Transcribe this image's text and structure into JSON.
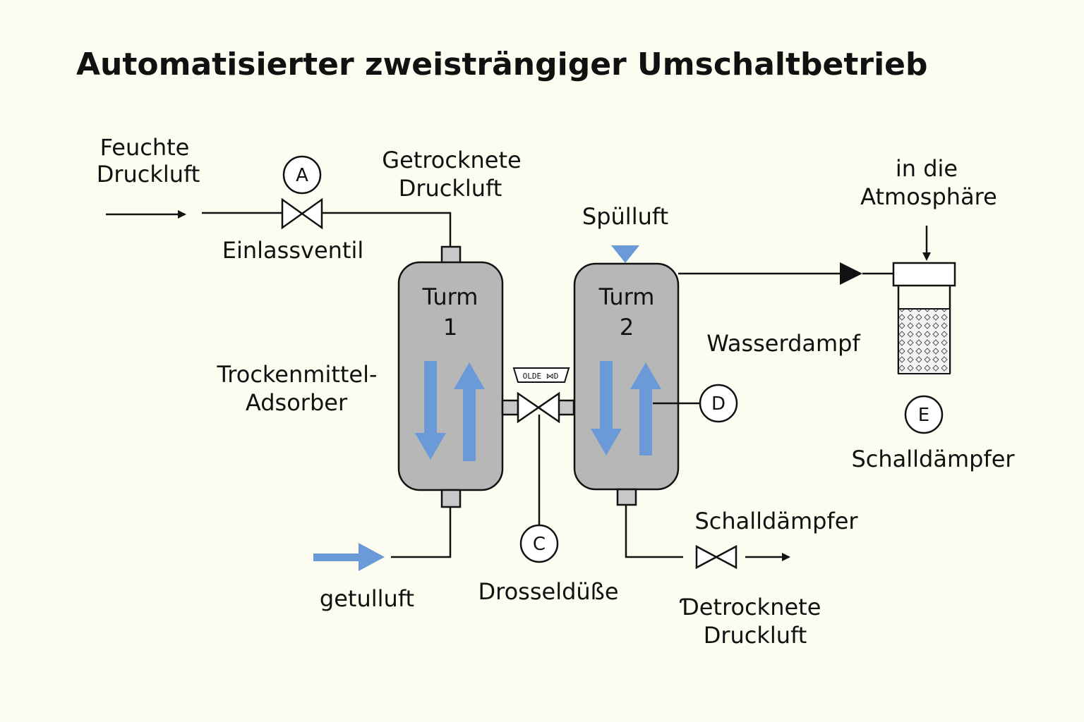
{
  "title": "Automatisierter zweisträngiger Umschaltbetrieb",
  "colors": {
    "background": "#fcfcf0",
    "tower_fill": "#b7b7b7",
    "flow_arrow": "#6a9ad8",
    "line": "#111111"
  },
  "labels": {
    "wet_air_line1": "Feuchte",
    "wet_air_line2": "Druckluft",
    "inlet_valve": "Einlassventil",
    "dried_air_top_line1": "Getrocknete",
    "dried_air_top_line2": "Druckluft",
    "purge_air": "Spülluft",
    "atmosphere_line1": "in die",
    "atmosphere_line2": "Atmosphäre",
    "water_vapor": "Wasserdampf",
    "desiccant_line1": "Trockenmittel-",
    "desiccant_line2": "Adsorber",
    "silencer_right": "Schalldämpfer",
    "silencer_bottom": "Schalldämpfer",
    "bottom_inlet": "getulluft",
    "orifice": "Drosseldüße",
    "dried_air_bottom_line1": "Ɗetrocknete",
    "dried_air_bottom_line2": "Druckluft",
    "valve_tag": "OLDE ⋈D"
  },
  "towers": [
    {
      "line1": "Turm",
      "line2": "1"
    },
    {
      "line1": "Turm",
      "line2": "2"
    }
  ],
  "markers": {
    "a": "A",
    "c": "C",
    "d": "D",
    "e": "E"
  }
}
